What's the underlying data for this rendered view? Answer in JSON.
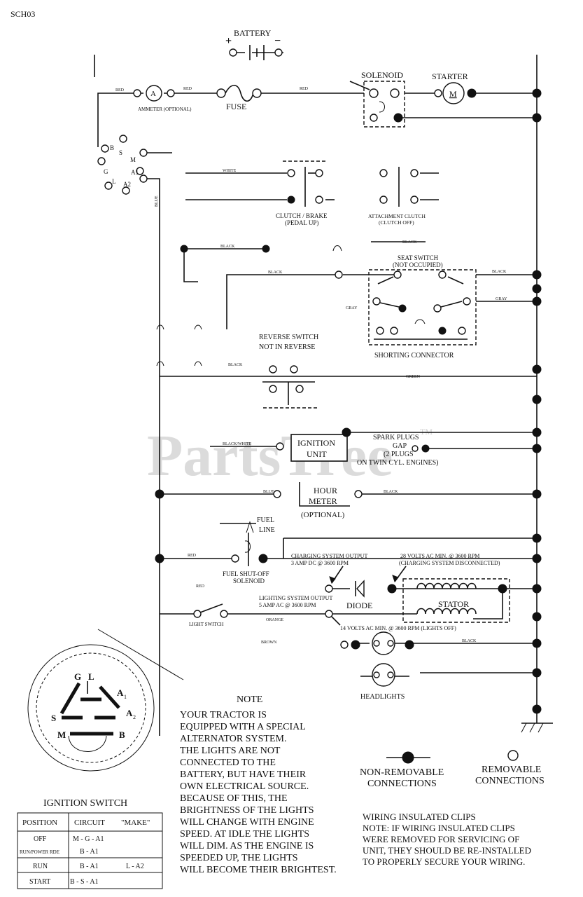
{
  "doc": {
    "id": "SCH03"
  },
  "watermark": {
    "text": "PartsTree",
    "tm": "TM"
  },
  "components": {
    "battery": "BATTERY",
    "fuse": "FUSE",
    "solenoid": "SOLENOID",
    "starter": "STARTER",
    "starter_symbol": "M",
    "ammeter_symbol": "A",
    "ammeter": "AMMETER (OPTIONAL)",
    "clutch_brake_1": "CLUTCH / BRAKE",
    "clutch_brake_2": "(PEDAL UP)",
    "attachment_clutch_1": "ATTACHMENT CLUTCH",
    "attachment_clutch_2": "(CLUTCH OFF)",
    "seat_switch_1": "SEAT SWITCH",
    "seat_switch_2": "(NOT OCCUPIED)",
    "shorting_connector": "SHORTING CONNECTOR",
    "reverse_switch_1": "REVERSE SWITCH",
    "reverse_switch_2": "NOT IN REVERSE",
    "ignition_unit_1": "IGNITION",
    "ignition_unit_2": "UNIT",
    "spark_plugs_1": "SPARK PLUGS",
    "spark_plugs_2": "GAP",
    "spark_plugs_3": "(2 PLUGS",
    "spark_plugs_4": "ON TWIN CYL. ENGINES)",
    "hour_meter_1": "HOUR",
    "hour_meter_2": "METER",
    "hour_meter_3": "(OPTIONAL)",
    "fuel_line_1": "FUEL",
    "fuel_line_2": "LINE",
    "fuel_solenoid_1": "FUEL SHUT-OFF",
    "fuel_solenoid_2": "SOLENOID",
    "charging_output_1": "CHARGING SYSTEM OUTPUT",
    "charging_output_2": "3 AMP DC @ 3600 RPM",
    "charging_ac_1": "28 VOLTS AC MIN. @ 3600 RPM",
    "charging_ac_2": "(CHARGING SYSTEM DISCONNECTED)",
    "lighting_output_1": "LIGHTING SYSTEM OUTPUT",
    "lighting_output_2": "5 AMP AC @ 3600 RPM",
    "diode": "DIODE",
    "stator": "STATOR",
    "lighting_ac": "14 VOLTS AC MIN. @ 3600 RPM (LIGHTS OFF)",
    "light_switch": "LIGHT SWITCH",
    "headlights": "HEADLIGHTS"
  },
  "ignition_terminals": {
    "B": "B",
    "S": "S",
    "M": "M",
    "G": "G",
    "L": "L",
    "A1": "A1",
    "A2": "A2"
  },
  "wire_labels": {
    "red_1": "RED",
    "red_2": "RED",
    "red_3": "RED",
    "red_fuel": "RED",
    "red_lower": "RED",
    "white": "WHITE",
    "blue": "BLUE",
    "blue_hour": "BLUE",
    "black_1": "BLACK",
    "black_2": "BLACK",
    "black_3": "BLACK",
    "black_reverse": "BLACK",
    "black_hour": "BLACK",
    "black_seat": "BLACK",
    "black_headlight": "BLACK",
    "black_ign": "BLACK/WHITE",
    "gray_1": "GRAY",
    "gray_2": "GRAY",
    "green": "GREEN",
    "orange": "ORANGE",
    "brown": "BROWN"
  },
  "ignition_switch": {
    "title": "IGNITION SWITCH",
    "terminals": {
      "G": "G",
      "L": "L",
      "A1": "A",
      "A1_sub": "1",
      "A2": "A",
      "A2_sub": "2",
      "S": "S",
      "M": "M",
      "B": "B"
    },
    "table": {
      "headers": [
        "POSITION",
        "CIRCUIT",
        "\"MAKE\""
      ],
      "rows": [
        [
          "OFF",
          "M - G - A1",
          ""
        ],
        [
          "RUN/POWER RDE",
          "B - A1",
          ""
        ],
        [
          "RUN",
          "B - A1",
          "L - A2"
        ],
        [
          "START",
          "B - S - A1",
          ""
        ]
      ]
    }
  },
  "note": {
    "title": "NOTE",
    "lines": [
      "YOUR TRACTOR IS",
      "EQUIPPED WITH A SPECIAL",
      "ALTERNATOR SYSTEM.",
      "THE LIGHTS ARE NOT",
      "CONNECTED TO THE",
      "BATTERY, BUT HAVE THEIR",
      "OWN ELECTRICAL SOURCE.",
      "BECAUSE OF THIS, THE",
      "BRIGHTNESS OF THE LIGHTS",
      "WILL CHANGE WITH ENGINE",
      "SPEED.  AT IDLE THE LIGHTS",
      "WILL DIM.  AS THE ENGINE IS",
      "SPEEDED UP, THE LIGHTS",
      "WILL BECOME THEIR BRIGHTEST."
    ]
  },
  "legend": {
    "non_removable_1": "NON-REMOVABLE",
    "non_removable_2": "CONNECTIONS",
    "removable_1": "REMOVABLE",
    "removable_2": "CONNECTIONS"
  },
  "clips_note": {
    "lines": [
      "WIRING INSULATED CLIPS",
      "NOTE:  IF WIRING INSULATED CLIPS",
      "WERE REMOVED FOR SERVICING OF",
      "UNIT, THEY SHOULD BE RE-INSTALLED",
      "TO PROPERLY SECURE YOUR WIRING."
    ]
  }
}
